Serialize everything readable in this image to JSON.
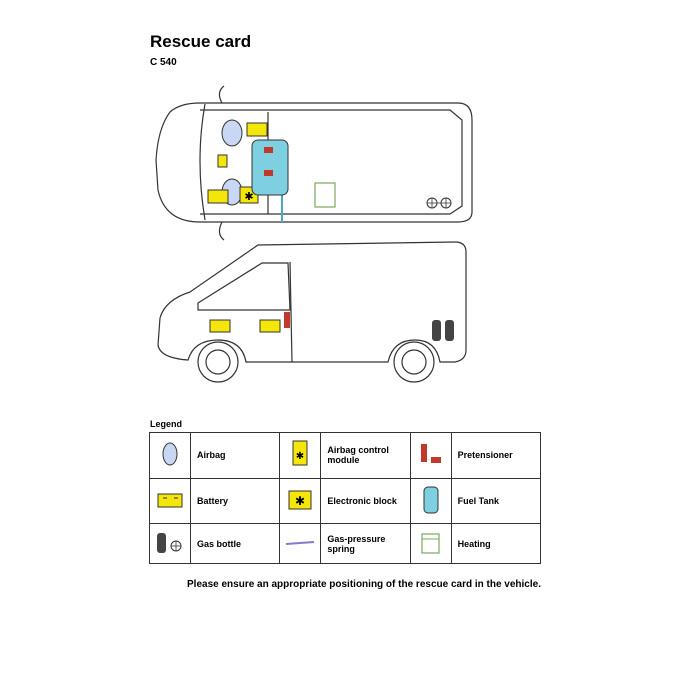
{
  "header": {
    "title": "Rescue card",
    "model": "C 540"
  },
  "legend": {
    "label": "Legend",
    "rows": [
      [
        {
          "icon": "airbag-icon",
          "label": "Airbag"
        },
        {
          "icon": "airbag-control-module-icon",
          "label": "Airbag control module"
        },
        {
          "icon": "pretensioner-icon",
          "label": "Pretensioner"
        }
      ],
      [
        {
          "icon": "battery-icon",
          "label": "Battery"
        },
        {
          "icon": "electronic-block-icon",
          "label": "Electronic block"
        },
        {
          "icon": "fuel-tank-icon",
          "label": "Fuel Tank"
        }
      ],
      [
        {
          "icon": "gas-bottle-icon",
          "label": "Gas bottle"
        },
        {
          "icon": "gas-pressure-spring-icon",
          "label": "Gas-pressure spring"
        },
        {
          "icon": "heating-icon",
          "label": "Heating"
        }
      ]
    ]
  },
  "footer": {
    "note": "Please ensure an appropriate positioning of the rescue card in the vehicle."
  },
  "colors": {
    "airbag": "#c8d8f4",
    "battery": "#f5e60a",
    "fuel_tank": "#7ecfe0",
    "pretensioner": "#c0392b",
    "heating": "#5aa02c"
  }
}
